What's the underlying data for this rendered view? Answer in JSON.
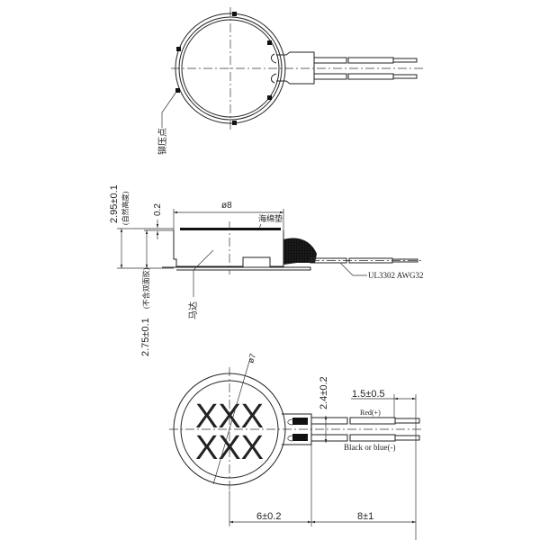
{
  "drawing": {
    "title": "Coin vibration motor outline drawing",
    "top_view": {
      "rivet_label": "铆压点"
    },
    "side_view": {
      "diameter_label": "ø8",
      "height_total_label": "2.95±0.1",
      "height_total_note": "(自然高度)",
      "foam_thickness_label": "0.2",
      "height_body_label": "2.75±0.1",
      "height_body_note": "(不含双面胶)",
      "foam_label": "海绵垫",
      "motor_label": "马达",
      "wire_label": "UL3302 AWG32"
    },
    "bottom_view": {
      "marking_line1": "XXX",
      "marking_line2": "XXX",
      "inner_diameter_label": "ø7",
      "pad_pitch_label": "2.4±0.2",
      "strip_length_label": "1.5±0.5",
      "wire_red_label": "Red(+)",
      "wire_black_label": "Black or blue(-)",
      "center_to_tab_label": "6±0.2",
      "wire_length_label": "8±1"
    }
  },
  "colors": {
    "line": "#222222",
    "background": "#ffffff",
    "foam": "#111111"
  }
}
